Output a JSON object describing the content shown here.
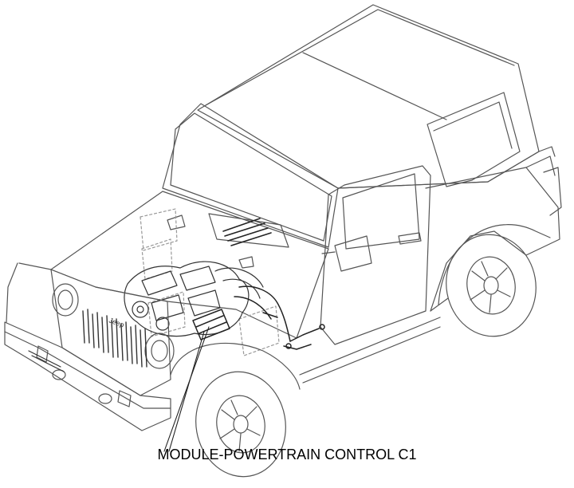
{
  "callout": {
    "label": "MODULE-POWERTRAIN CONTROL C1"
  },
  "illustration": {
    "subject": "vehicle-line-drawing",
    "emblem_text": "Jeep"
  },
  "colors": {
    "line": "#555555",
    "dark": "#222222",
    "dashed": "#999999",
    "background": "#ffffff"
  }
}
